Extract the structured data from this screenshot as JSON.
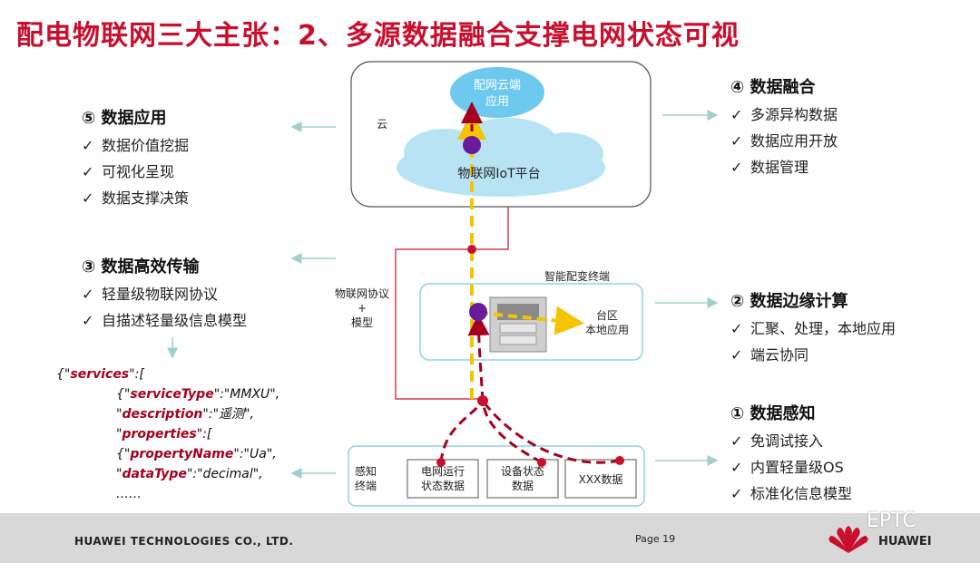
{
  "title": "配电物联网三大主张：2、多源数据融合支撑电网状态可视",
  "sections": {
    "s5": {
      "title": "⑤ 数据应用",
      "items": [
        "数据价值挖掘",
        "可视化呈现",
        "数据支撑决策"
      ]
    },
    "s3": {
      "title": "③ 数据高效传输",
      "items": [
        "轻量级物联网协议",
        "自描述轻量级信息模型"
      ]
    },
    "s4": {
      "title": "④ 数据融合",
      "items": [
        "多源异构数据",
        "数据应用开放",
        "数据管理"
      ]
    },
    "s2": {
      "title": "② 数据边缘计算",
      "items": [
        "汇聚、处理，本地应用",
        "端云协同"
      ]
    },
    "s1": {
      "title": "① 数据感知",
      "items": [
        "免调试接入",
        "内置轻量级OS",
        "标准化信息模型"
      ]
    }
  },
  "checkmark": "✓",
  "diagram": {
    "cloud_label": "云",
    "cloud_app": "配网云端\n应用",
    "iot_platform": "物联网IoT平台",
    "protocol_label": "物联网协议\n+\n模型",
    "terminal_title": "智能配变终端",
    "local_app": "台区\n本地应用",
    "sensing_label": "感知\n终端",
    "sensor_boxes": [
      "电网运行\n状态数据",
      "设备状态\n数据",
      "XXX数据"
    ]
  },
  "code_lines": [
    [
      {
        "t": "{\"",
        "s": 0
      },
      {
        "t": "services",
        "s": 1
      },
      {
        "t": "\":[",
        "s": 0
      }
    ],
    [
      {
        "t": "{\"",
        "s": 0
      },
      {
        "t": "serviceType",
        "s": 1
      },
      {
        "t": "\":\"MMXU\",",
        "s": 0
      }
    ],
    [
      {
        "t": "\"",
        "s": 0
      },
      {
        "t": "description",
        "s": 1
      },
      {
        "t": "\":\"遥测\",",
        "s": 0
      }
    ],
    [
      {
        "t": "\"",
        "s": 0
      },
      {
        "t": "properties",
        "s": 1
      },
      {
        "t": "\":[",
        "s": 0
      }
    ],
    [
      {
        "t": "{\"",
        "s": 0
      },
      {
        "t": "propertyName",
        "s": 1
      },
      {
        "t": "\":\"Ua\",",
        "s": 0
      }
    ],
    [
      {
        "t": "\"",
        "s": 0
      },
      {
        "t": "dataType",
        "s": 1
      },
      {
        "t": "\":\"decimal\",",
        "s": 0
      }
    ],
    [
      {
        "t": "……",
        "s": 0
      }
    ]
  ],
  "footer": {
    "company": "HUAWEI TECHNOLOGIES CO., LTD.",
    "page": "Page 19",
    "watermark": "EPTC",
    "brand": "HUAWEI"
  },
  "colors": {
    "title_red": "#c8102e",
    "line_red": "#a5001e",
    "yellow": "#f5c400",
    "purple": "#6a1b9a",
    "cyan_box": "#8fd3df"
  }
}
